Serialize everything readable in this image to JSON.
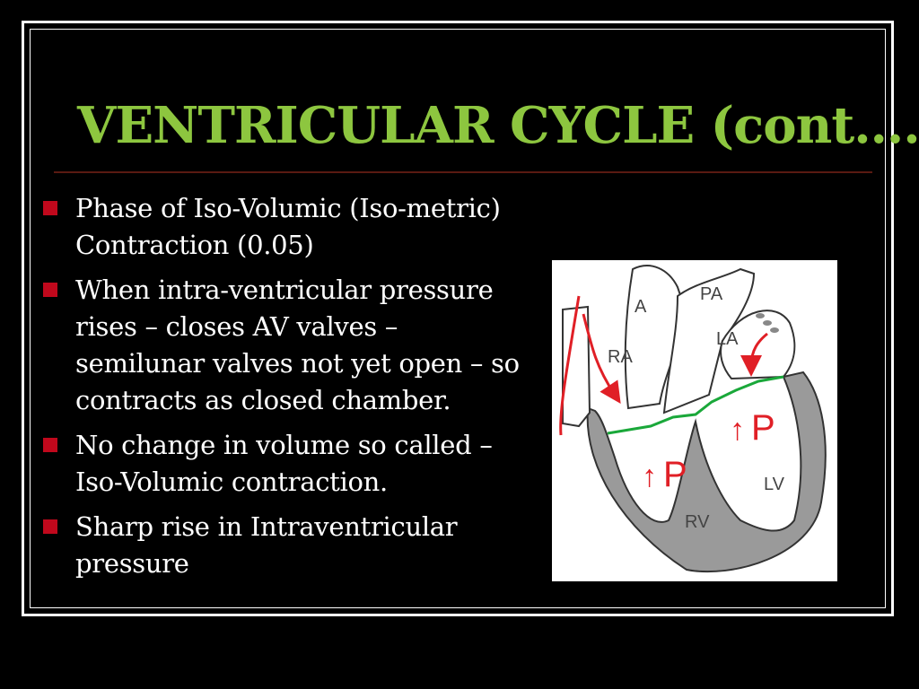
{
  "slide": {
    "title": "VENTRICULAR CYCLE (cont….)",
    "bullets": [
      "Phase of Iso-Volumic (Iso-metric) Contraction (0.05)",
      "When intra-ventricular pressure rises – closes AV valves – semilunar valves not yet open – so contracts as closed chamber.",
      "No change in volume so called – Iso-Volumic contraction.",
      "Sharp rise in Intraventricular pressure"
    ],
    "colors": {
      "title": "#8dc63f",
      "bullet_marker": "#c0081c",
      "arrow": "#e01f26",
      "septum": "#999999",
      "valve_line": "#1aa83a"
    }
  },
  "heart_diagram": {
    "labels": {
      "a": "A",
      "pa": "PA",
      "ra": "RA",
      "la": "LA",
      "rv": "RV",
      "lv": "LV",
      "p_right": "P",
      "p_left": "P",
      "up_arrow": "↑"
    }
  }
}
